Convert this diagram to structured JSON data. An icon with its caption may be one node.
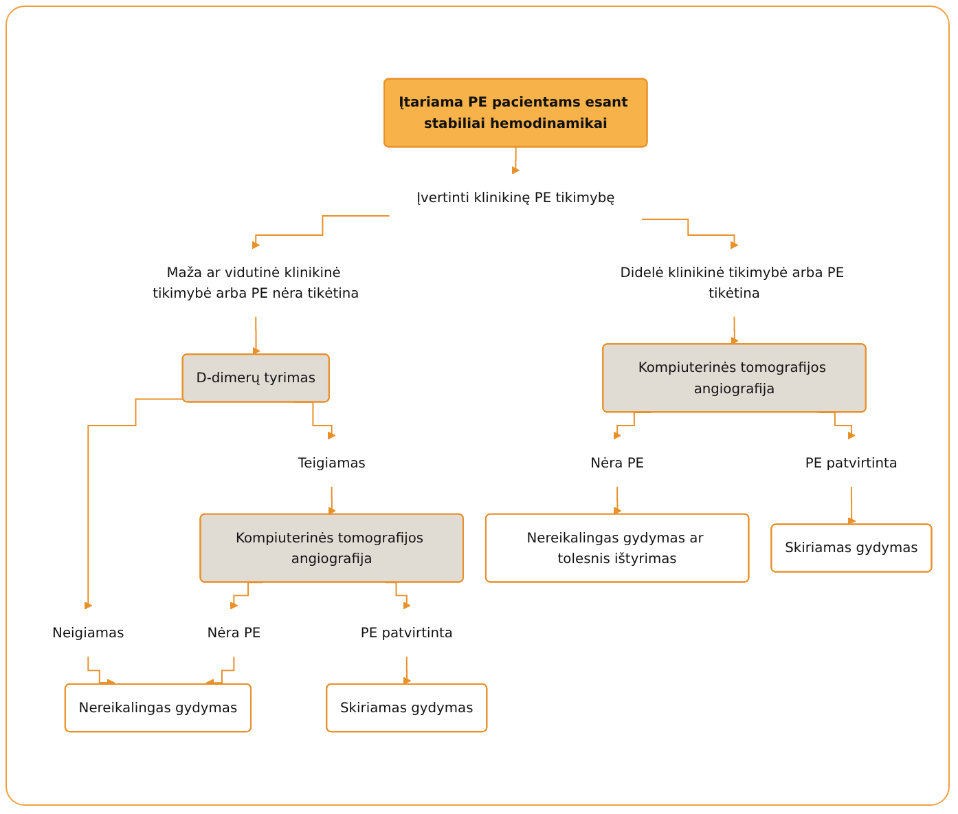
{
  "diagram": {
    "nodes": [
      {
        "text": [
          "Įtariama PE pacientams esant stabiliai hemodinamikai"
        ]
      },
      {
        "text": [
          "Įvertinti klinikinę PE tikimybę"
        ]
      },
      {
        "text": [
          "Maža ar vidutinė klinikinė tikimybė arba PE nėra tikėtina"
        ]
      },
      {
        "text": [
          "Didelė klinikinė tikimybė arba PE tikėtina"
        ]
      },
      {
        "text": [
          "D-dimerų tyrimas"
        ]
      },
      {
        "text": [
          "Neigiamas"
        ]
      },
      {
        "text": [
          "Teigiamas"
        ]
      },
      {
        "text": [
          "Kompiuterinės tomografijos angiografija"
        ]
      },
      {
        "text": [
          "Kompiuterinės tomografijos angiografija"
        ]
      },
      {
        "text": [
          "Nėra PE"
        ]
      },
      {
        "text": [
          "PE patvirtinta"
        ]
      },
      {
        "text": [
          "Nėra PE"
        ]
      },
      {
        "text": [
          "PE patvirtinta"
        ]
      },
      {
        "text": [
          "Nereikalingas gydymas"
        ]
      },
      {
        "text": [
          "Skiriamas gydymas"
        ]
      },
      {
        "text": [
          "Nereikalingas gydymas ar tolesnis ištyrimas"
        ]
      },
      {
        "text": [
          "Skiriamas gydymas"
        ]
      }
    ],
    "edges": [
      {
        "from": 0,
        "to": 1,
        "arrow": "to"
      },
      {
        "from": 1,
        "to": 2,
        "arrow": "to"
      },
      {
        "from": 1,
        "to": 3,
        "arrow": "to"
      },
      {
        "from": 2,
        "to": 4,
        "arrow": "to"
      },
      {
        "from": 4,
        "to": 5,
        "arrow": "to"
      },
      {
        "from": 4,
        "to": 6,
        "arrow": "to"
      },
      {
        "from": 6,
        "to": 7,
        "arrow": "to"
      },
      {
        "from": 3,
        "to": 8,
        "arrow": "to"
      },
      {
        "from": 5,
        "to": 13,
        "arrow": "to"
      },
      {
        "from": 7,
        "to": 9,
        "arrow": "to"
      },
      {
        "from": 7,
        "to": 10,
        "arrow": "to"
      },
      {
        "from": 9,
        "to": 13,
        "arrow": "to"
      },
      {
        "from": 10,
        "to": 14,
        "arrow": "to"
      },
      {
        "from": 8,
        "to": 11,
        "arrow": "to"
      },
      {
        "from": 8,
        "to": 12,
        "arrow": "to"
      },
      {
        "from": 11,
        "to": 15,
        "arrow": "to"
      },
      {
        "from": 12,
        "to": 16,
        "arrow": "to"
      }
    ]
  }
}
